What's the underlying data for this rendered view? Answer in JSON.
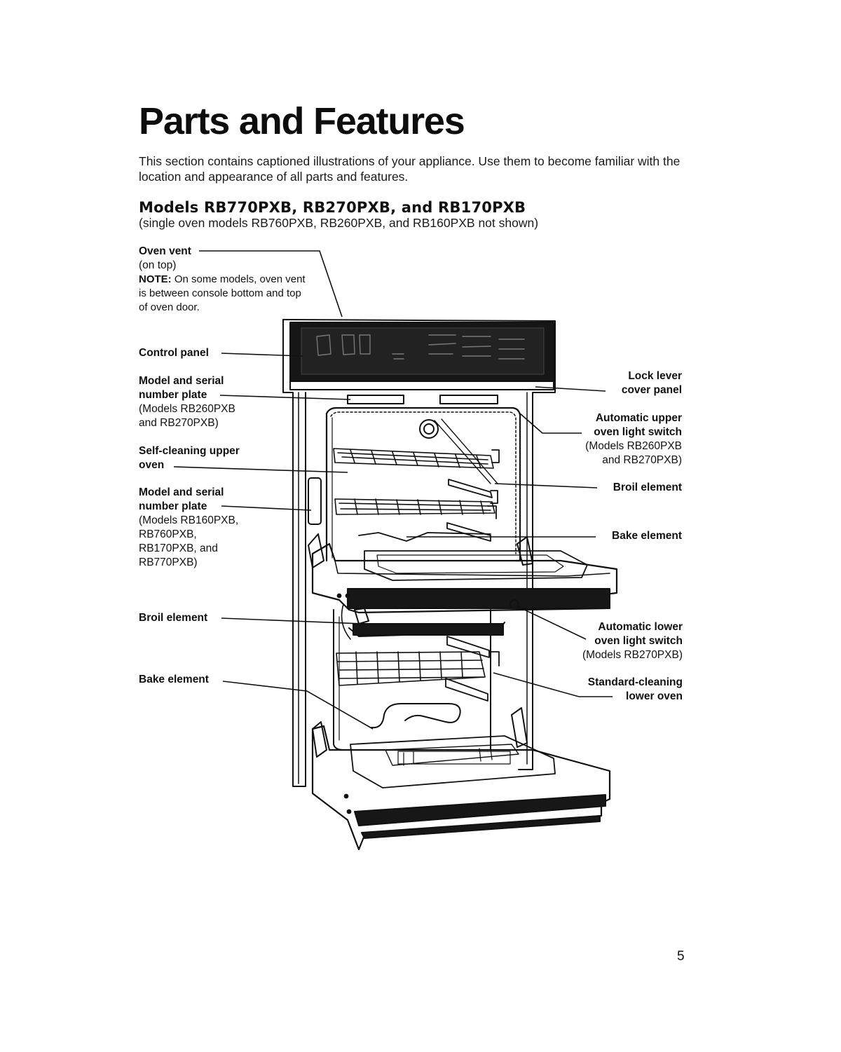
{
  "page": {
    "title": "Parts and Features",
    "intro": "This section contains captioned illustrations of your appliance. Use them to become familiar with the location and appearance of all parts and features.",
    "models_heading": "Models RB770PXB, RB270PXB, and RB170PXB",
    "models_subheading": "(single oven models RB760PXB, RB260PXB, and RB160PXB not shown)",
    "page_number": "5"
  },
  "callouts": {
    "oven_vent": {
      "label": "Oven vent",
      "location": "(on top)",
      "note_key": "NOTE:",
      "note": "On some models, oven vent is between console bottom and top of oven door."
    },
    "control_panel": {
      "label": "Control panel"
    },
    "model_plate_upper": {
      "label": "Model and serial\nnumber plate",
      "models": "(Models RB260PXB\nand RB270PXB)"
    },
    "self_cleaning_upper": {
      "label": "Self-cleaning upper\noven"
    },
    "model_plate_lower": {
      "label": "Model and serial\nnumber plate",
      "models": "(Models RB160PXB,\nRB760PXB,\nRB170PXB, and\nRB770PXB)"
    },
    "broil_element_lower": {
      "label": "Broil element"
    },
    "bake_element_lower": {
      "label": "Bake element"
    },
    "lock_lever": {
      "label": "Lock lever\ncover panel"
    },
    "auto_upper_light": {
      "label": "Automatic upper\noven light switch",
      "models": "(Models RB260PXB\nand RB270PXB)"
    },
    "broil_element_upper": {
      "label": "Broil element"
    },
    "bake_element_upper": {
      "label": "Bake element"
    },
    "auto_lower_light": {
      "label": "Automatic lower\noven light switch",
      "models": "(Models RB270PXB)"
    },
    "standard_cleaning_lower": {
      "label": "Standard-cleaning\nlower oven"
    }
  },
  "colors": {
    "ink": "#111111",
    "panel": "#1a1a1a",
    "paper": "#ffffff"
  }
}
